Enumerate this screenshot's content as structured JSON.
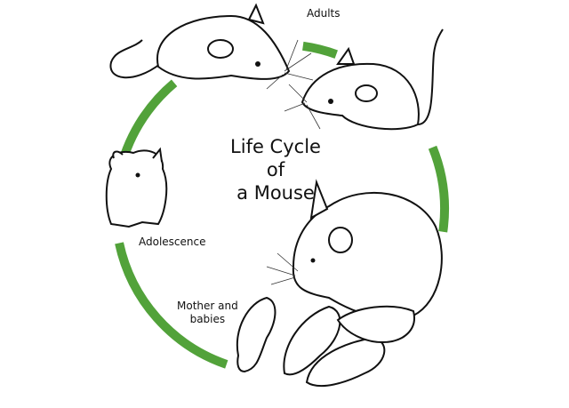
{
  "title": {
    "line1": "Life Cycle",
    "line2": "of",
    "line3": "a Mouse"
  },
  "stages": {
    "adults": "Adults",
    "adolescence": "Adolescence",
    "mother_line1": "Mother and",
    "mother_line2": "babies"
  },
  "colors": {
    "arrow": "#52a23a",
    "ink": "#111111"
  }
}
